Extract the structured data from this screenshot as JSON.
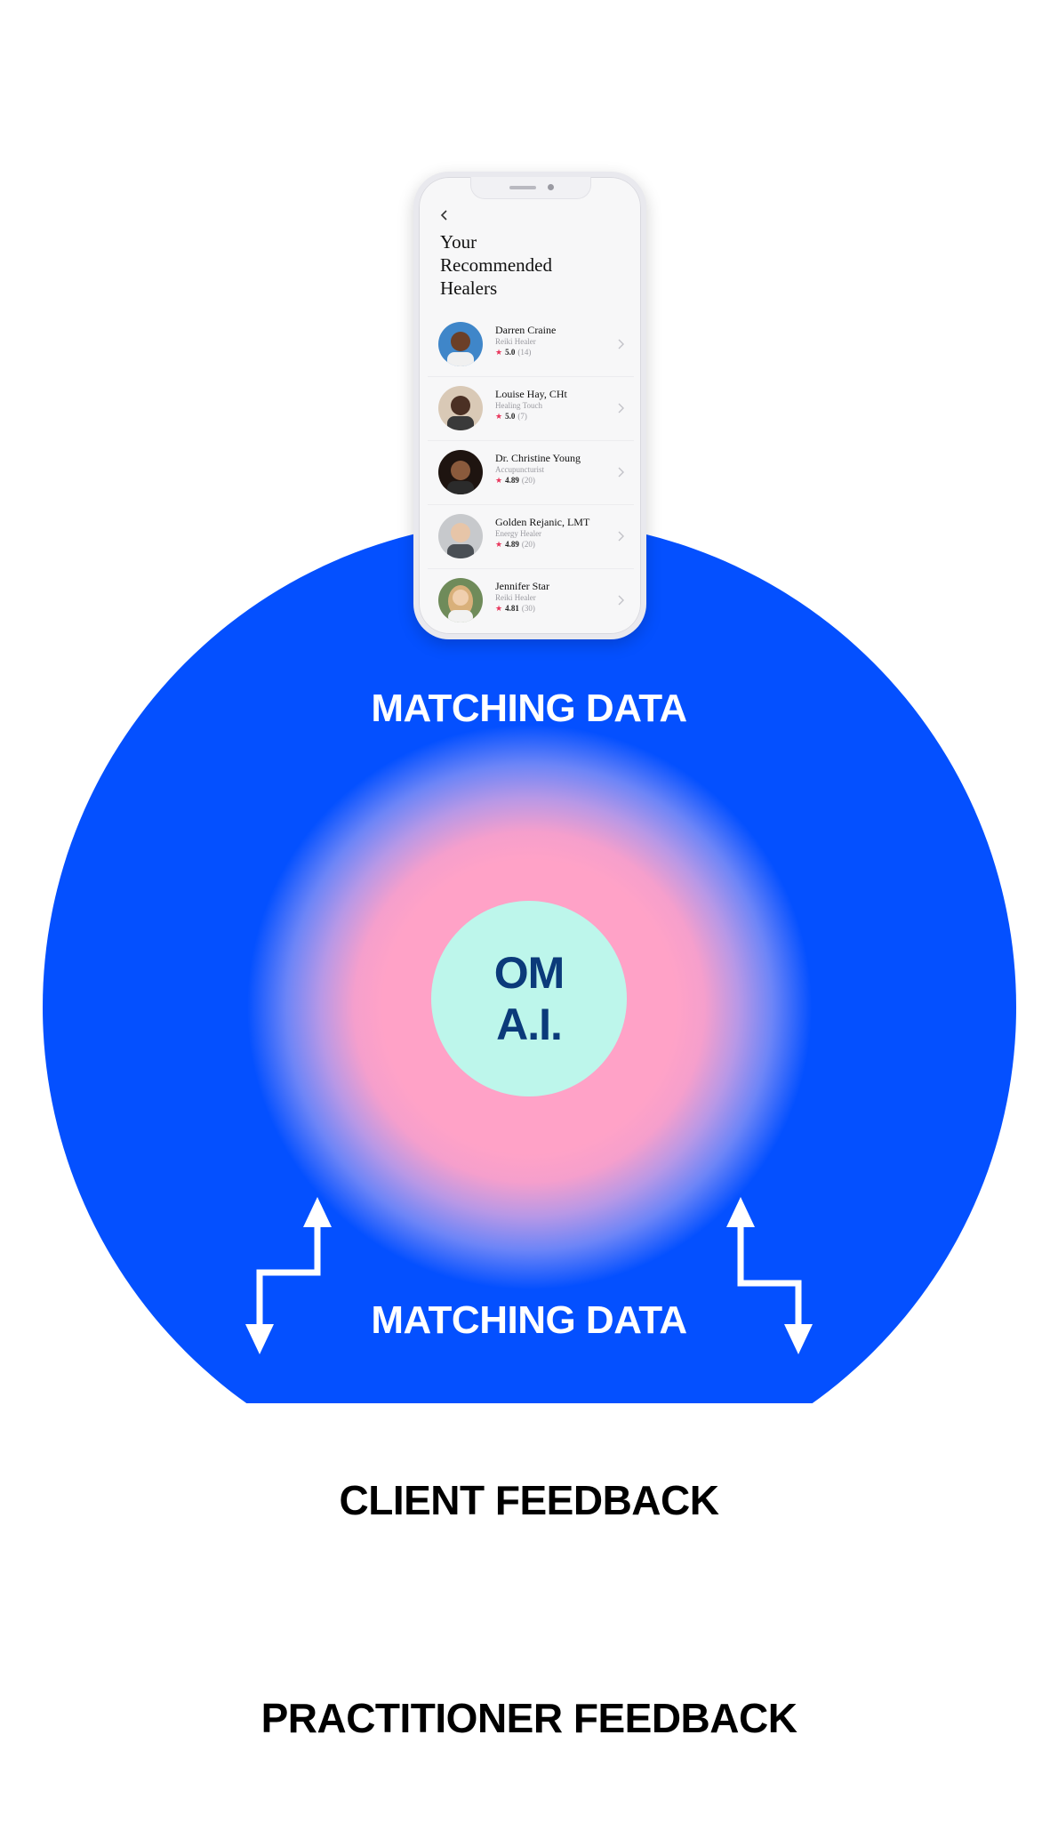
{
  "diagram": {
    "center_lines": [
      "OM",
      "A.I."
    ],
    "outer_label_top": "MATCHING DATA",
    "outer_label_bottom": "MATCHING DATA",
    "feedback_client": "CLIENT FEEDBACK",
    "feedback_practitioner": "PRACTITIONER FEEDBACK",
    "colors": {
      "outer_circle": "#0450ff",
      "glow": "#ffa2c7",
      "core": "#bdf6eb",
      "core_text": "#0b3a7a"
    }
  },
  "phone": {
    "title": "Your\nRecommended\nHealers",
    "back_icon": "chevron-left-icon",
    "healers": [
      {
        "name": "Darren Craine",
        "role": "Reiki Healer",
        "rating": "5.0",
        "count": "(14)",
        "avatar_color": "#5a3a2a",
        "bg": "#c9a37a"
      },
      {
        "name": "Louise Hay, CHt",
        "role": "Healing Touch",
        "rating": "5.0",
        "count": "(7)",
        "avatar_color": "#4b3024",
        "bg": "#d9c9b6"
      },
      {
        "name": "Dr. Christine Young",
        "role": "Accupuncturist",
        "rating": "4.89",
        "count": "(20)",
        "avatar_color": "#2a1a12",
        "bg": "#8a6b4e"
      },
      {
        "name": "Golden Rejanic, LMT",
        "role": "Energy Healer",
        "rating": "4.89",
        "count": "(20)",
        "avatar_color": "#e7c5a8",
        "bg": "#c7c9cc"
      },
      {
        "name": "Jennifer Star",
        "role": "Reiki Healer",
        "rating": "4.81",
        "count": "(30)",
        "avatar_color": "#d9b07a",
        "bg": "#6f8b5a"
      }
    ]
  }
}
